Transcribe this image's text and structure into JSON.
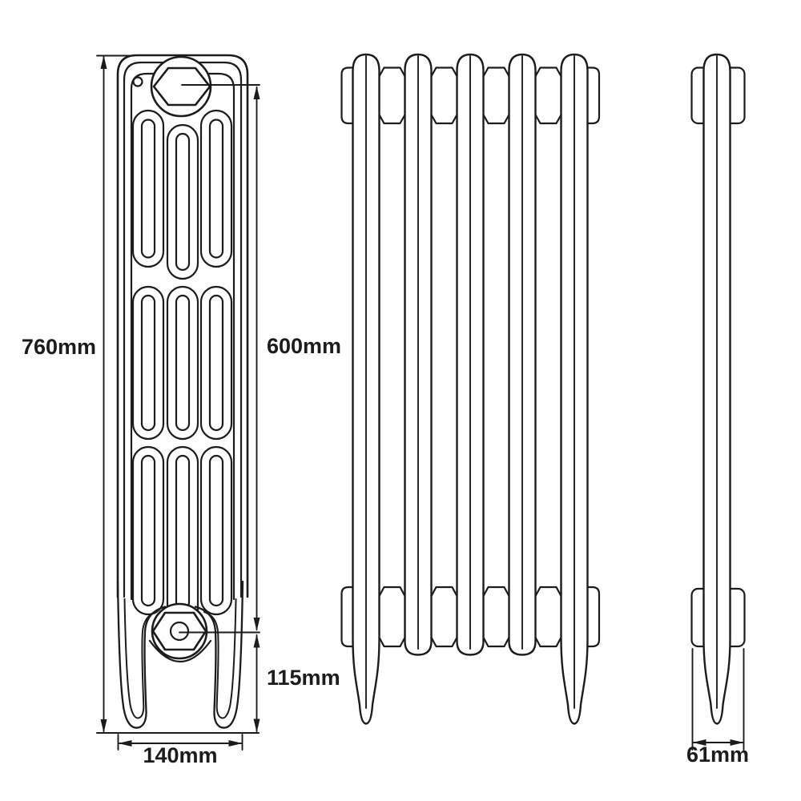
{
  "page": {
    "background_color": "#ffffff",
    "line_color": "#1c1c1c",
    "description": "Technical dimension drawing of a 4-column cast iron radiator, three orthographic views"
  },
  "drawing": {
    "views": {
      "side": {
        "name": "side elevation with ornate section face, bushings and feet"
      },
      "front": {
        "name": "front elevation",
        "section_count": 5
      },
      "profile": {
        "name": "end profile",
        "section_count": 1
      }
    },
    "dimensions": {
      "overall_height": {
        "value": "760mm"
      },
      "tapping_centres": {
        "value": "600mm"
      },
      "floor_to_bottom_tapping": {
        "value": "115mm"
      },
      "foot_width": {
        "value": "140mm"
      },
      "depth": {
        "value": "61mm"
      }
    }
  }
}
